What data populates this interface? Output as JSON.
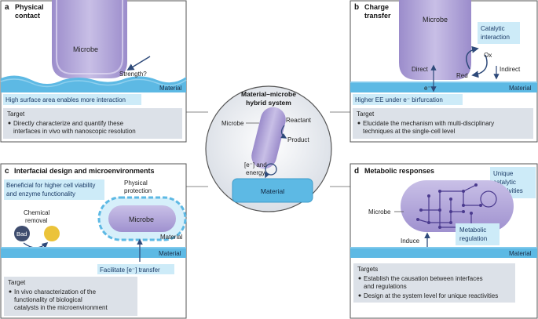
{
  "title": "Material–microbe hybrid system",
  "colors": {
    "material": "#5DB9E4",
    "material_light": "#B9E4F6",
    "microbe": "#B9AEDC",
    "microbe_dark": "#8F81C2",
    "box_fill": "#DCE1E8",
    "label_fill": "#CDEBF8",
    "border": "#555555",
    "arrow": "#2E4A7A"
  },
  "center": {
    "title_line1": "Material–microbe",
    "title_line2": "hybrid system",
    "microbe": "Microbe",
    "reactant": "Reactant",
    "product": "Product",
    "energy_line1": "[e⁻] and",
    "energy_line2": "energy",
    "material": "Material"
  },
  "panel_a": {
    "letter": "a",
    "title_line1": "Physical",
    "title_line2": "contact",
    "microbe": "Microbe",
    "strength": "Strength?",
    "material": "Material",
    "highlight": "High surface area enables more interaction",
    "target_title": "Target",
    "target_items": [
      "Directly characterize and quantify these",
      "interfaces in vivo with nanoscopic resolution"
    ]
  },
  "panel_b": {
    "letter": "b",
    "title_line1": "Charge",
    "title_line2": "transfer",
    "microbe": "Microbe",
    "catalytic_line1": "Catalytic",
    "catalytic_line2": "interaction",
    "ox": "Ox",
    "red": "Red",
    "direct": "Direct",
    "indirect": "Indirect",
    "electron": "e⁻",
    "material": "Material",
    "highlight": "Higher EE under e⁻ birfurcation",
    "target_title": "Target",
    "target_items": [
      "Elucidate the mechanism with multi-disciplinary",
      "techniques at the single-cell level"
    ]
  },
  "panel_c": {
    "letter": "c",
    "title": "Interfacial design and microenvironments",
    "benefit_line1": "Beneficial for higher cell viability",
    "benefit_line2": "and enzyme functionality",
    "protection_line1": "Physical",
    "protection_line2": "protection",
    "chemical_line1": "Chemical",
    "chemical_line2": "removal",
    "bad": "Bad",
    "microbe": "Microbe",
    "material_small": "Material",
    "material": "Material",
    "facilitate": "Facilitate [e⁻] transfer",
    "target_title": "Target",
    "target_items": [
      "In vivo characterization of the",
      "functionality of biological",
      "catalysts in the microenvironment"
    ]
  },
  "panel_d": {
    "letter": "d",
    "title": "Metabolic responses",
    "unique_line1": "Unique",
    "unique_line2": "catalytic",
    "unique_line3": "reactivities",
    "microbe": "Microbe",
    "metabolic_line1": "Metabolic",
    "metabolic_line2": "regulation",
    "induce": "Induce",
    "material": "Material",
    "target_title": "Targets",
    "target_items": [
      "Establish the causation between interfaces",
      "and regulations",
      "Design at the system level for unique reactivities"
    ]
  }
}
